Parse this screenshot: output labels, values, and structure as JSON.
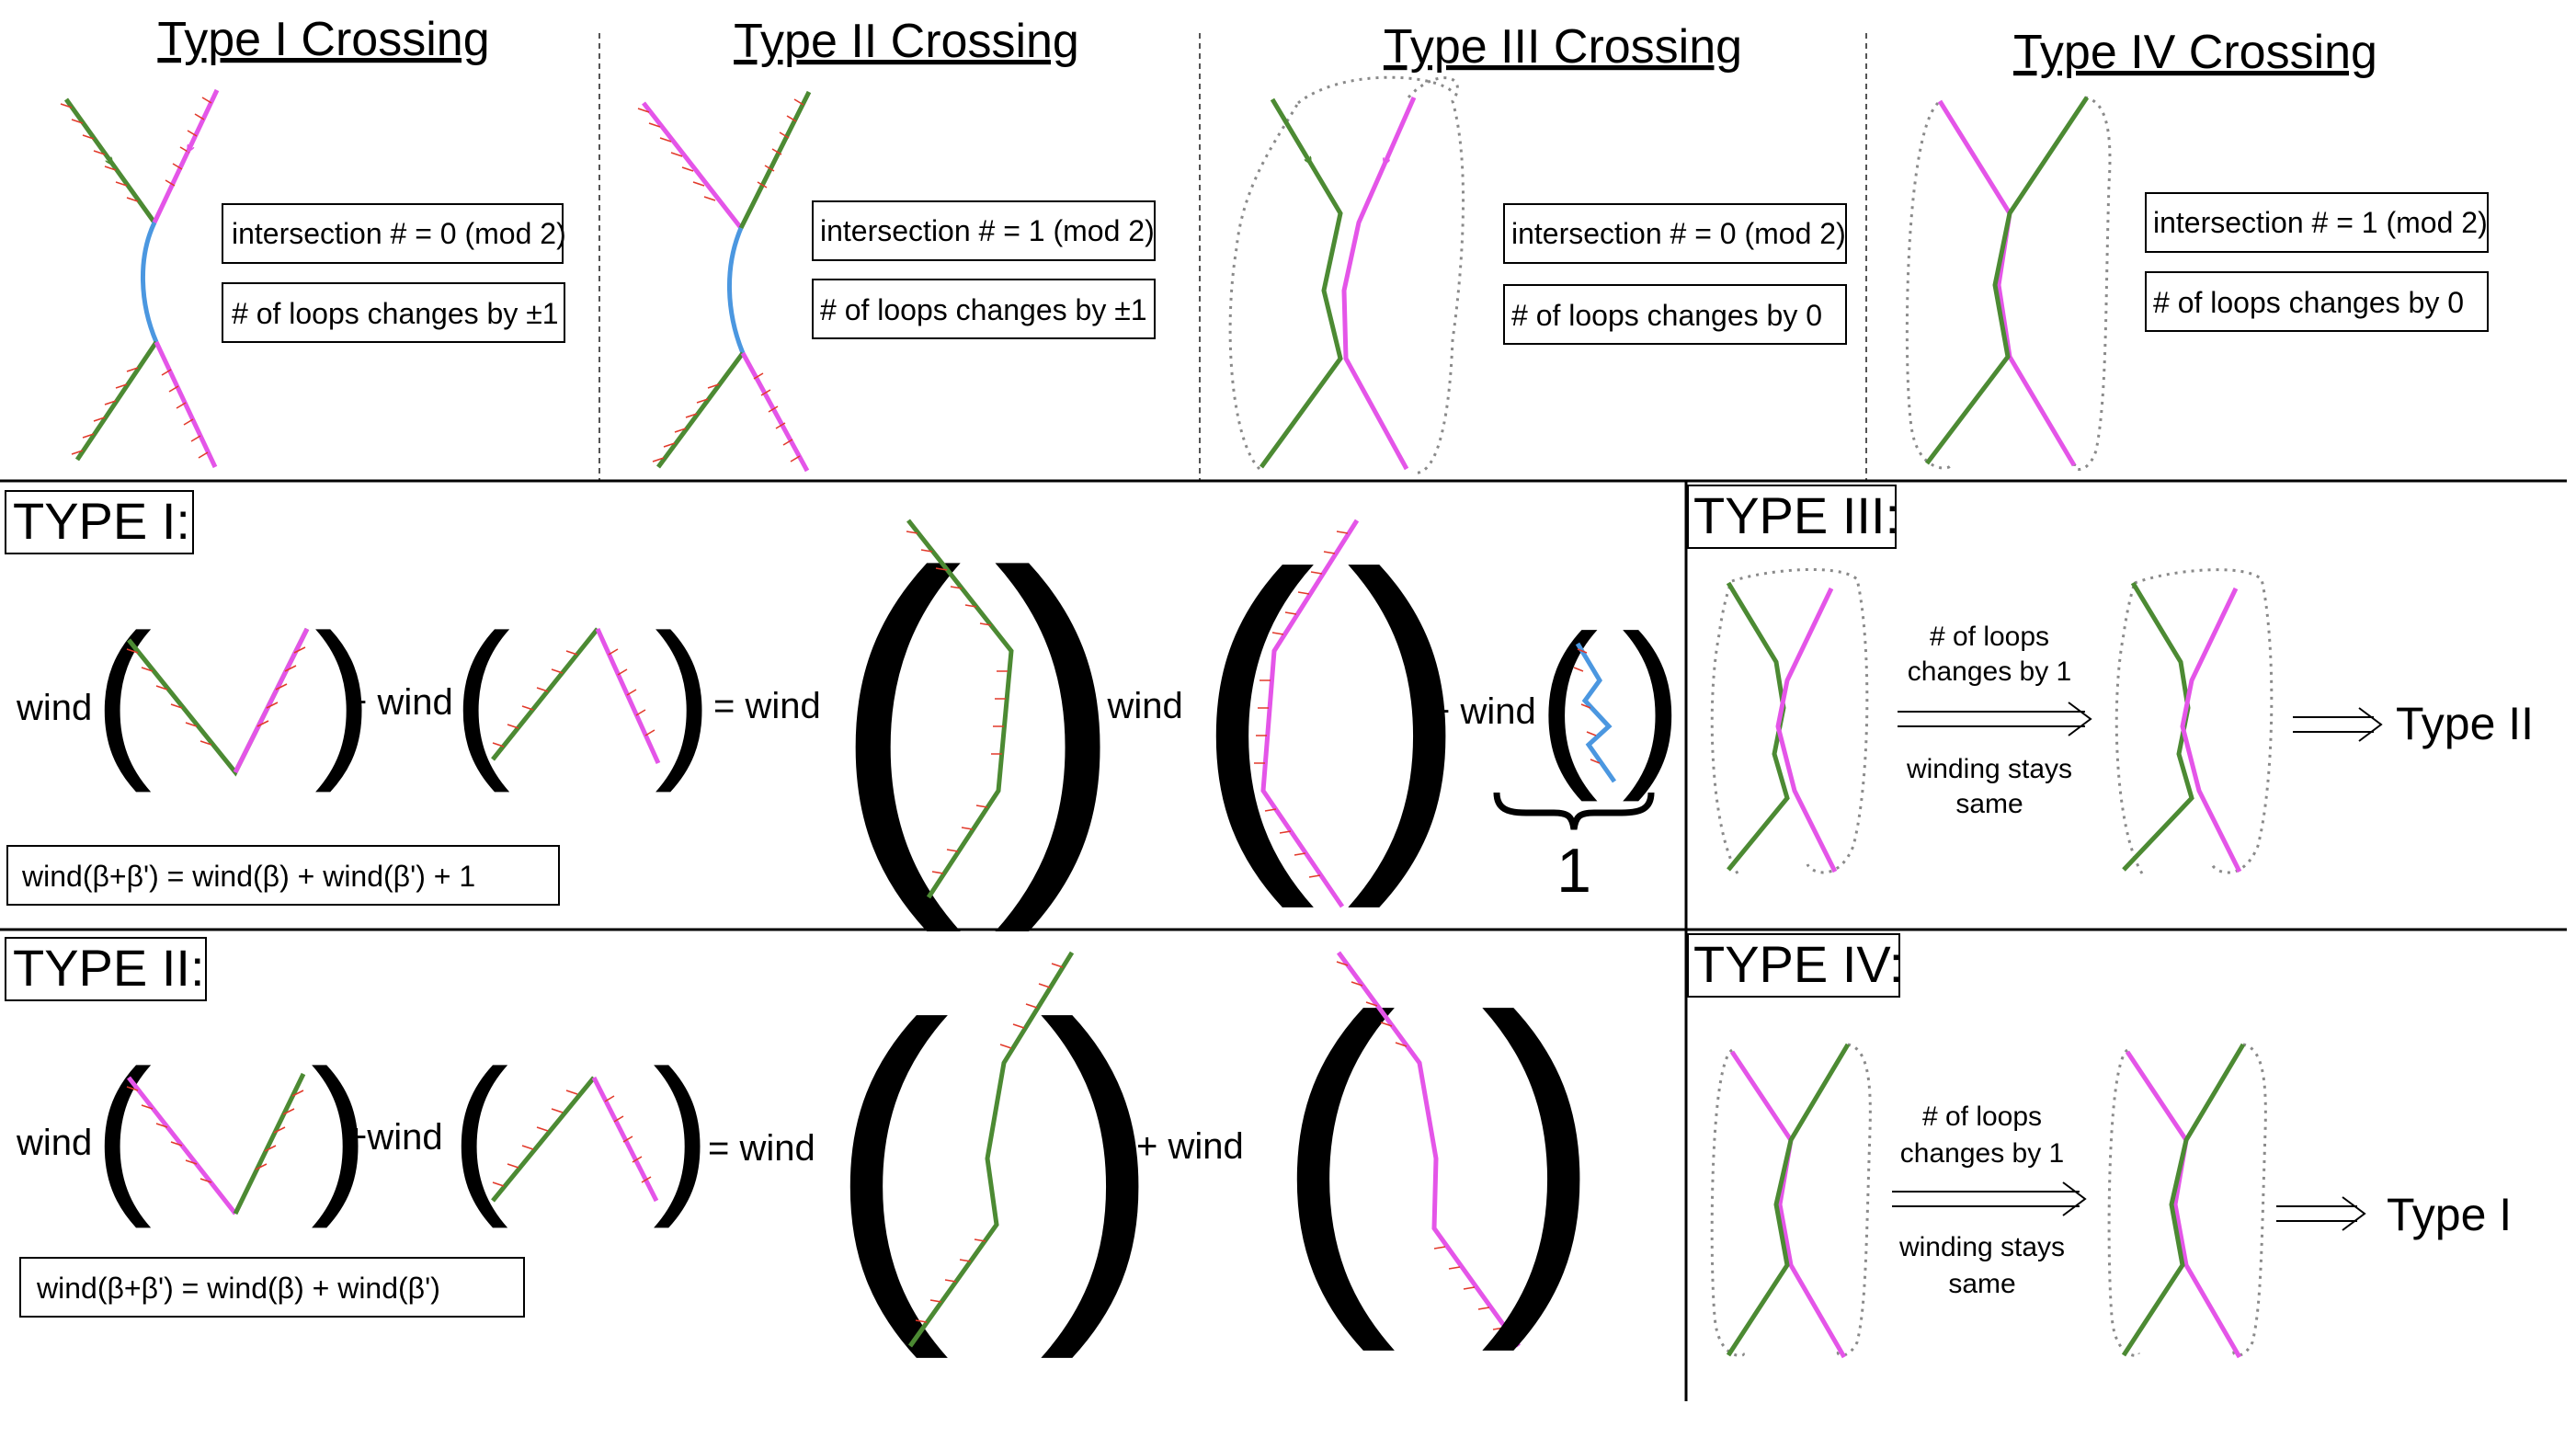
{
  "colors": {
    "green": "#4c8a33",
    "magenta": "#e455e8",
    "blue": "#4b97e0",
    "hatch": "#e23a2b",
    "dotted": "#8a8a8a",
    "ink": "#000000"
  },
  "crossings": [
    {
      "title": "Type I Crossing",
      "intersection": "intersection # = 0 (mod 2)",
      "loops": "# of loops changes by ±1"
    },
    {
      "title": "Type II Crossing",
      "intersection": "intersection # = 1 (mod 2)",
      "loops": "# of loops changes by ±1"
    },
    {
      "title": "Type III Crossing",
      "intersection": "intersection # = 0 (mod 2)",
      "loops": "# of loops changes by 0"
    },
    {
      "title": "Type IV Crossing",
      "intersection": "intersection # = 1 (mod 2)",
      "loops": "# of loops changes by 0"
    }
  ],
  "type1": {
    "heading": "TYPE I:",
    "wind1": "wind",
    "plus_wind1": "+ wind",
    "eq_wind": "= wind",
    "plus_wind2": "+ wind",
    "plus_wind3": "+ wind",
    "brace_value": "1",
    "formula": "wind(β+β') = wind(β) + wind(β') + 1"
  },
  "type2": {
    "heading": "TYPE II:",
    "wind1": "wind",
    "plus_wind1": "+wind",
    "eq_wind": "=  wind",
    "plus_wind2": "+ wind",
    "formula": "wind(β+β') = wind(β) + wind(β')"
  },
  "type3": {
    "heading": "TYPE III:",
    "loops_line1": "# of loops",
    "loops_line2": "changes by 1",
    "winding_line1": "winding stays",
    "winding_line2": "same",
    "result": "Type II"
  },
  "type4": {
    "heading": "TYPE IV:",
    "loops_line1": "# of loops",
    "loops_line2": "changes by 1",
    "winding_line1": "winding stays",
    "winding_line2": "same",
    "result": "Type I"
  }
}
